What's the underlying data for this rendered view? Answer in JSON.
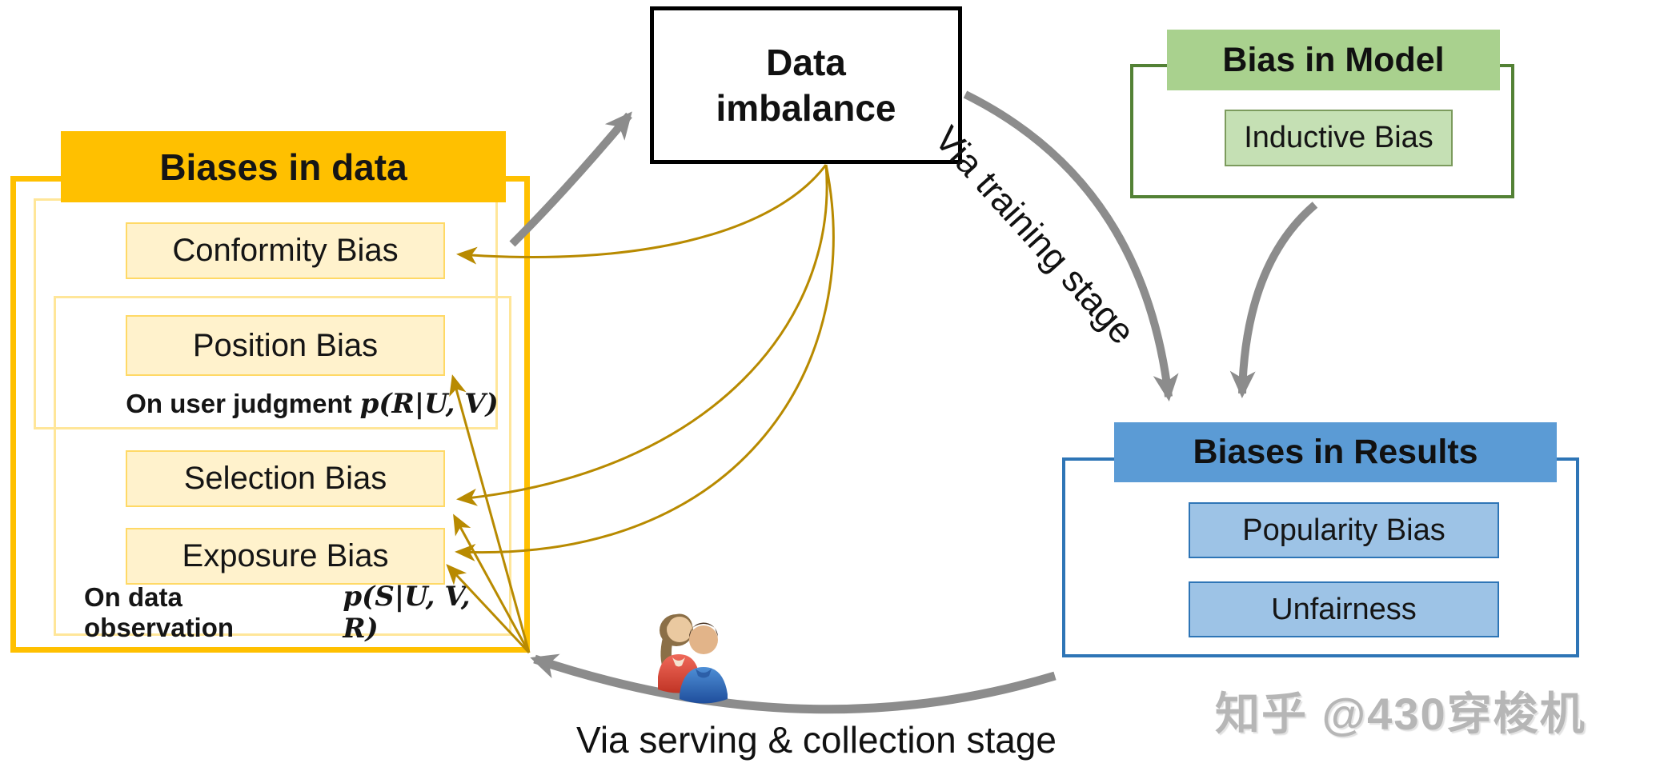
{
  "left_panel": {
    "title": "Biases in data",
    "conformity": "Conformity Bias",
    "position": "Position Bias",
    "judgment_caption": "On user judgment",
    "judgment_formula": "p(R|U, V)",
    "selection": "Selection Bias",
    "exposure": "Exposure Bias",
    "observation_caption": "On data observation",
    "observation_formula": "p(S|U, V, R)"
  },
  "center_box": {
    "line1": "Data",
    "line2": "imbalance"
  },
  "model_panel": {
    "title": "Bias in Model",
    "inductive": "Inductive Bias"
  },
  "results_panel": {
    "title": "Biases in Results",
    "popularity": "Popularity Bias",
    "unfairness": "Unfairness"
  },
  "arrows": {
    "training_label": "Via training stage",
    "serving_label": "Via serving & collection stage"
  },
  "watermark": "知乎 @430穿梭机",
  "icons": {
    "people": "two-users-clipart"
  },
  "colors": {
    "yellow_accent": "#FFC000",
    "yellow_light_border": "#FFE699",
    "yellow_box_fill": "#FFF2CC",
    "yellow_box_border": "#FFD966",
    "green_header": "#A9D18E",
    "green_border": "#538135",
    "green_box_fill": "#C5E0B4",
    "blue_header": "#5B9BD5",
    "blue_border": "#2E75B6",
    "blue_box_fill": "#9DC3E6",
    "gold_arrow": "#B88A00",
    "gray_arrow": "#8C8C8C",
    "watermark_gray": "#B6B6B6"
  }
}
